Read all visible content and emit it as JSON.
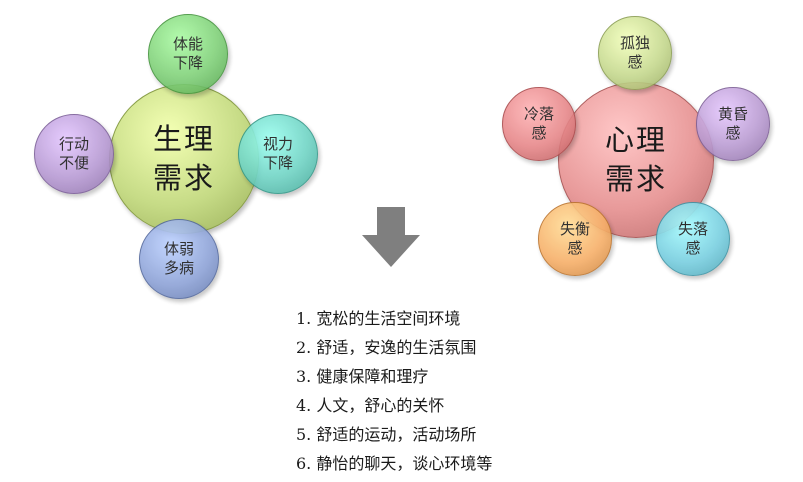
{
  "physio": {
    "center": [
      "生理",
      "需求"
    ],
    "sats": [
      {
        "lines": [
          "体能",
          "下降"
        ],
        "color": "#7fcf78"
      },
      {
        "lines": [
          "视力",
          "下降"
        ],
        "color": "#6fd2c3"
      },
      {
        "lines": [
          "体弱",
          "多病"
        ],
        "color": "#8fa4d8"
      },
      {
        "lines": [
          "行动",
          "不便"
        ],
        "color": "#b79ad3"
      }
    ],
    "color": "#c6db86"
  },
  "psych": {
    "center": [
      "心理",
      "需求"
    ],
    "sats": [
      {
        "lines": [
          "孤独",
          "感"
        ],
        "color": "#c6d98f"
      },
      {
        "lines": [
          "黄昏",
          "感"
        ],
        "color": "#b99bd1"
      },
      {
        "lines": [
          "失落",
          "感"
        ],
        "color": "#79cfe0"
      },
      {
        "lines": [
          "失衡",
          "感"
        ],
        "color": "#f7b06a"
      },
      {
        "lines": [
          "冷落",
          "感"
        ],
        "color": "#e68789"
      }
    ],
    "color": "#e89a9a"
  },
  "arrow": {
    "color": "#7f7f7f",
    "icon": "down-arrow-icon"
  },
  "list": [
    "1. 宽松的生活空间环境",
    "2. 舒适，安逸的生活氛围",
    "3. 健康保障和理疗",
    "4. 人文，舒心的关怀",
    "5. 舒适的运动，活动场所",
    "6. 静怡的聊天，谈心环境等"
  ]
}
